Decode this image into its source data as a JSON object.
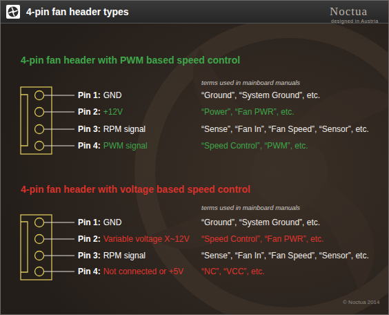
{
  "diagram": {
    "title": "4-pin fan header types",
    "labels": [
      "Noctua",
      "designed in Austria",
      "4-pin fan header with PWM based speed control",
      "terms used in mainboard manuals",
      "Pin 1:",
      "GND",
      "“Ground”, “System Ground”, etc.",
      "Pin 2:",
      "+12V",
      "“Power”, “Fan PWR”, etc.",
      "Pin 3:",
      "RPM signal",
      "“Sense”, “Fan In”, “Fan Speed”, “Sensor”, etc.",
      "Pin 4:",
      "PWM signal",
      "“Speed Control”, “PWM”, etc.",
      "4-pin fan header with voltage based speed control",
      "terms used in mainboard manuals",
      "Pin 1:",
      "GND",
      "“Ground”, “System Ground”, etc.",
      "Pin 2:",
      "Variable voltage X~12V",
      "“Speed Control”, “Fan PWR”, etc.",
      "Pin 3:",
      "RPM signal",
      "“Sense”, “Fan In”, “Fan Speed”, “Sensor”, etc.",
      "Pin 4:",
      "Not connected or +5V",
      "“NC”, “VCC”, etc.",
      "© Noctua 2014"
    ]
  }
}
